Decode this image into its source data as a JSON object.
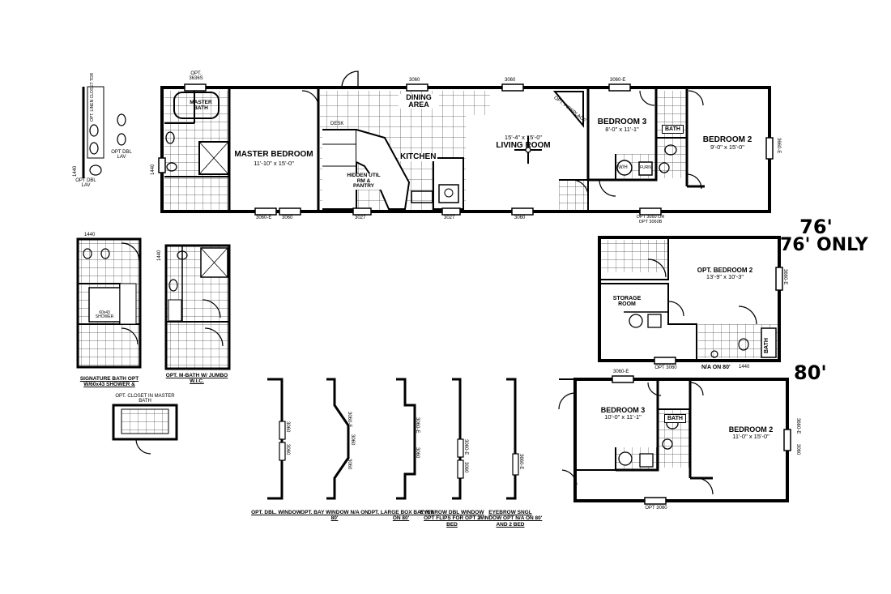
{
  "main_plan": {
    "rooms": {
      "master_bedroom": {
        "name": "MASTER BEDROOM",
        "dims": "11'-10\" x 15'-0\""
      },
      "master_bath": "MASTER BATH",
      "dining": "DINING AREA",
      "kitchen": "KITCHEN",
      "living_room": {
        "name": "LIVING ROOM",
        "dims": "15'-4\" x 15'-0\""
      },
      "bedroom3": {
        "name": "BEDROOM 3",
        "dims": "8'-0\" x 11'-1\""
      },
      "bedroom2": {
        "name": "BEDROOM 2",
        "dims": "9'-0\" x 15'-0\""
      },
      "bath": "BATH",
      "util": "HIDDEN UTIL RM & PANTRY"
    },
    "windows": {
      "opt_3636s": "OPT. 3636S",
      "w3060_a": "3060",
      "w3060_b": "3060",
      "w3060e_top": "3060-E",
      "w3660e_right": "3660-E",
      "w1440_left": "1440",
      "w3060e_bottom": "3060-E",
      "w3060_bottom": "3060",
      "w3027_a": "3027",
      "w3027_b": "3027",
      "w3060_bottom2": "3060",
      "opt_bottom": "OPT 3060 OR OPT 3060B"
    },
    "notes": {
      "opt_fireplace": "OPT. FIREPLACE",
      "desk": "DESK",
      "wh": "W/H",
      "furn": "FURN"
    }
  },
  "side_options": {
    "linen_opt": "OPT. LINEN CLOSET TOR",
    "dbl_lav": "OPT DBL LAV",
    "w1440": "1440",
    "dbl_lav2": "OPT DBL LAV"
  },
  "plan_76": {
    "badge": "76' ONLY",
    "room": {
      "name": "OPT. BEDROOM 2",
      "dims": "13'-9\" x 10'-3\""
    },
    "storage": "STORAGE ROOM",
    "bath": "BATH",
    "note": "N/A ON 80'",
    "w1440": "1440",
    "w3660e": "3660-E",
    "opt": "OPT 3060"
  },
  "plan_80": {
    "badge": "80'",
    "bedroom3": {
      "name": "BEDROOM 3",
      "dims": "10'-0\" x 11'-1\""
    },
    "bedroom2": {
      "name": "BEDROOM 2",
      "dims": "11'-0\" x 15'-0\""
    },
    "bath": "BATH",
    "w3060e": "3060-E",
    "w3660e": "3660-E",
    "w3060": "3060",
    "opt": "OPT 3060"
  },
  "bath_options": {
    "signature": "SIGNATURE BATH OPT W/60x43 SHOWER &",
    "shower": "60x43 SHOWER",
    "mbath": "OPT. M-BATH W/ JUMBO W.I.C.",
    "closet": "OPT. CLOSET IN MASTER BATH",
    "w1440a": "1440",
    "w1440b": "1440"
  },
  "window_options": [
    {
      "label": "OPT. DBL. WINDOW",
      "codes": [
        "3060",
        "3060"
      ]
    },
    {
      "label": "OPT. BAY WINDOW N/A ON 80'",
      "codes": [
        "3060-E",
        "3060",
        "3060"
      ]
    },
    {
      "label": "OPT. LARGE BOX BAY N/A ON 80'",
      "codes": [
        "3060-E",
        "3060"
      ]
    },
    {
      "label": "EYEBROW DBL WINDOW OPT FLIPS FOR OPT 2 BED",
      "codes": [
        "3060-E",
        "3060"
      ]
    },
    {
      "label": "EYEBROW SNGL WINDOW OPT N/A ON 80' AND 2 BED",
      "codes": [
        "3660-E"
      ]
    }
  ]
}
